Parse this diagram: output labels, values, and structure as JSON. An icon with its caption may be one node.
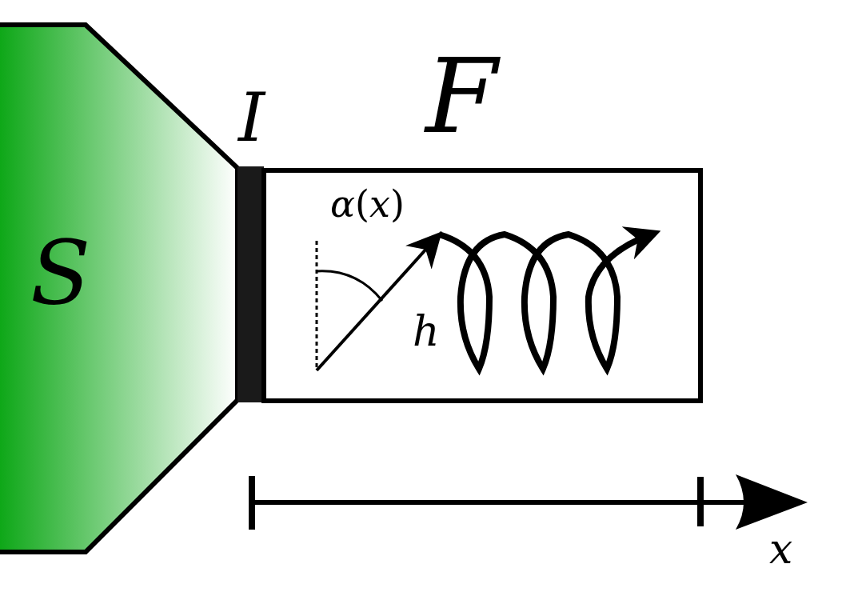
{
  "diagram": {
    "nodes": [
      {
        "text": [
          "S"
        ]
      },
      {
        "text": [
          "I"
        ]
      },
      {
        "text": [
          "F"
        ]
      }
    ],
    "labels": [
      "*α*(*x*)",
      "*h*",
      "*x*"
    ]
  }
}
